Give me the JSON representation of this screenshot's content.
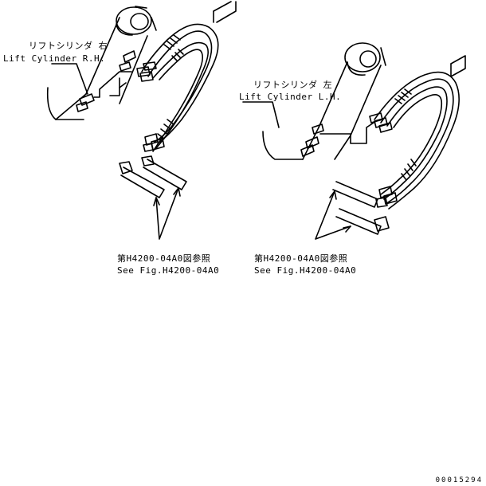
{
  "labels": {
    "right_cylinder_jp": "リフトシリンダ 右",
    "right_cylinder_en": "Lift Cylinder R.H.",
    "left_cylinder_jp": "リフトシリンダ 左",
    "left_cylinder_en": "Lift Cylinder L.H.",
    "left_ref_jp": "第H4200-04A0図参照",
    "left_ref_en": "See Fig.H4200-04A0",
    "right_ref_jp": "第H4200-04A0図参照",
    "right_ref_en": "See Fig.H4200-04A0"
  },
  "part_number": "00015294",
  "colors": {
    "ink": "#000000",
    "paper": "#ffffff"
  }
}
